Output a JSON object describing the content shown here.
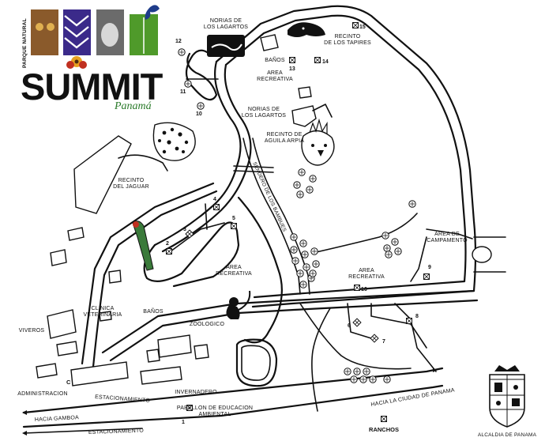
{
  "logo": {
    "small_caption": "PARQUE NATURAL",
    "title": "SUMMIT",
    "subtitle": "Panamá",
    "tile_colors": [
      "#8a5a2b",
      "#3b2a8a",
      "#6b6b6b",
      "#4f9a2a"
    ],
    "butterfly_color": "#1e3c8a",
    "icons": [
      "jaguar-face-icon",
      "tribal-pattern-icon",
      "harpy-eagle-icon",
      "leaf-icon",
      "butterfly-icon",
      "flower-icon"
    ]
  },
  "areas": {
    "norias_top": [
      "NORIAS DE",
      "LOS LAGARTOS"
    ],
    "norias_mid": [
      "NORIAS DE",
      "LOS LAGARTOS"
    ],
    "recinto_tapires": [
      "RECINTO",
      "DE LOS TAPIRES"
    ],
    "banos_top": "BAÑOS",
    "area_recreativa_top": [
      "AREA",
      "RECREATIVA"
    ],
    "recinto_aguila": [
      "RECINTO DE",
      "AGUILA ARPIA"
    ],
    "recinto_jaguar": [
      "RECINTO",
      "DEL JAGUAR"
    ],
    "sendero": "SENDERO DE LOS BAMBUES",
    "area_camp": [
      "AREA DE",
      "CAMPAMENTO"
    ],
    "area_recreativa_center": [
      "AREA",
      "RECREATIVA"
    ],
    "area_recreativa_right": [
      "AREA",
      "RECREATIVA"
    ],
    "banos_left": "BAÑOS",
    "clinica": [
      "CLINICA",
      "VETERINARIA"
    ],
    "zoologico": "ZOOLOGICO",
    "viveros": "VIVEROS",
    "invernadero": "INVERNADERO",
    "administracion": "ADMINISTRACION",
    "c_label": "C",
    "estacionamiento_top": "ESTACIONAMIENTO",
    "pabellon": [
      "PABELLON DE EDUCACION",
      "AMBIENTAL"
    ],
    "hacia_gamboa": "HACIA GAMBOA",
    "estacionamiento_bottom": "ESTACIONAMIENTO",
    "hacia_panama": "HACIA LA CIUDAD DE PANAMA",
    "ranchos": "RANCHOS",
    "alcaldia": "ALCALDIA DE PANAMA"
  },
  "markers": {
    "m1": "1",
    "m2": "2",
    "m3": "3",
    "m4": "4",
    "m5": "5",
    "m6": "6",
    "m7": "7",
    "m8": "8",
    "m9": "9",
    "m10": "10",
    "m11": "11",
    "m12": "12",
    "m13": "13",
    "m14": "14",
    "m15": "15",
    "m16": "16"
  },
  "icons": [
    "crocodile-icon",
    "tapir-icon",
    "jaguar-icon",
    "harpy-eagle-icon",
    "macaw-icon",
    "monkey-icon",
    "coat-of-arms-icon",
    "tree-icon",
    "station-marker-icon"
  ]
}
